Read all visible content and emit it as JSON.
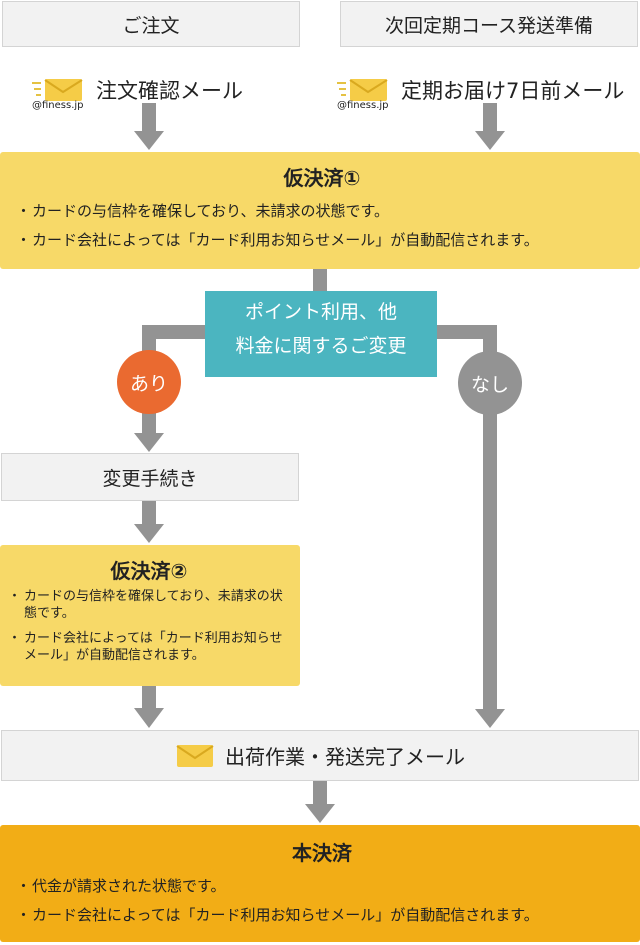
{
  "start_order": "ご注文",
  "start_subscription": "次回定期コース発送準備",
  "mail_left": {
    "text": "注文確認メール",
    "sender": "@finess.jp"
  },
  "mail_right": {
    "text": "定期お届け7日前メール",
    "sender": "@finess.jp"
  },
  "provisional1": {
    "title": "仮決済①",
    "bullets": [
      "カードの与信枠を確保しており、未請求の状態です。",
      "カード会社によっては「カード利用お知らせメール」が自動配信されます。"
    ]
  },
  "decision": {
    "line1": "ポイント利用、他",
    "line2": "料金に関するご変更"
  },
  "branch_yes": "あり",
  "branch_no": "なし",
  "change_procedure": "変更手続き",
  "provisional2": {
    "title": "仮決済②",
    "bullets": [
      "カードの与信枠を確保しており、未請求の状態です。",
      "カード会社によっては「カード利用お知らせメール」が自動配信されます。"
    ]
  },
  "shipping": "出荷作業・発送完了メール",
  "final": {
    "title": "本決済",
    "bullets": [
      "代金が請求された状態です。",
      "カード会社によっては「カード利用お知らせメール」が自動配信されます。"
    ]
  },
  "colors": {
    "arrow_gray": "#939393",
    "yellow": "#f7d968",
    "orange": "#f2ad16",
    "teal": "#4bb5c0",
    "yes_circle": "#ea6a30",
    "no_circle": "#939393"
  },
  "icons": {
    "mail": "envelope-icon"
  }
}
